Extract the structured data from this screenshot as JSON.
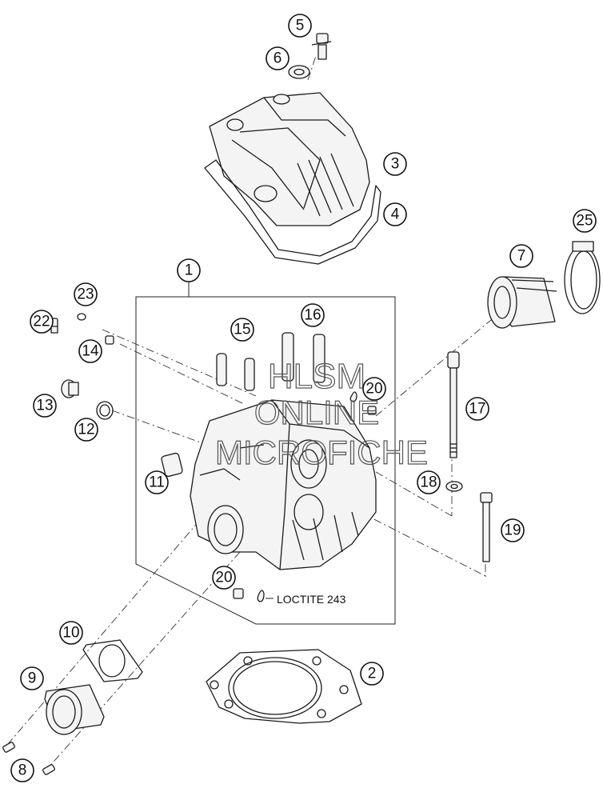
{
  "callouts": [
    {
      "id": "c1",
      "label": "1"
    },
    {
      "id": "c2",
      "label": "2"
    },
    {
      "id": "c3",
      "label": "3"
    },
    {
      "id": "c4",
      "label": "4"
    },
    {
      "id": "c5",
      "label": "5"
    },
    {
      "id": "c6",
      "label": "6"
    },
    {
      "id": "c7",
      "label": "7"
    },
    {
      "id": "c8",
      "label": "8"
    },
    {
      "id": "c9",
      "label": "9"
    },
    {
      "id": "c10",
      "label": "10"
    },
    {
      "id": "c11",
      "label": "11"
    },
    {
      "id": "c12",
      "label": "12"
    },
    {
      "id": "c13",
      "label": "13"
    },
    {
      "id": "c14",
      "label": "14"
    },
    {
      "id": "c15",
      "label": "15"
    },
    {
      "id": "c16",
      "label": "16"
    },
    {
      "id": "c17",
      "label": "17"
    },
    {
      "id": "c18",
      "label": "18"
    },
    {
      "id": "c19",
      "label": "19"
    },
    {
      "id": "c20a",
      "label": "20"
    },
    {
      "id": "c20b",
      "label": "20"
    },
    {
      "id": "c22",
      "label": "22"
    },
    {
      "id": "c23",
      "label": "23"
    },
    {
      "id": "c25",
      "label": "25"
    }
  ],
  "annotation": {
    "loctite": "LOCTITE 243"
  },
  "watermark": {
    "line1": "HLSM",
    "line2": "ONLINE",
    "line3": "MICROFICHE"
  }
}
